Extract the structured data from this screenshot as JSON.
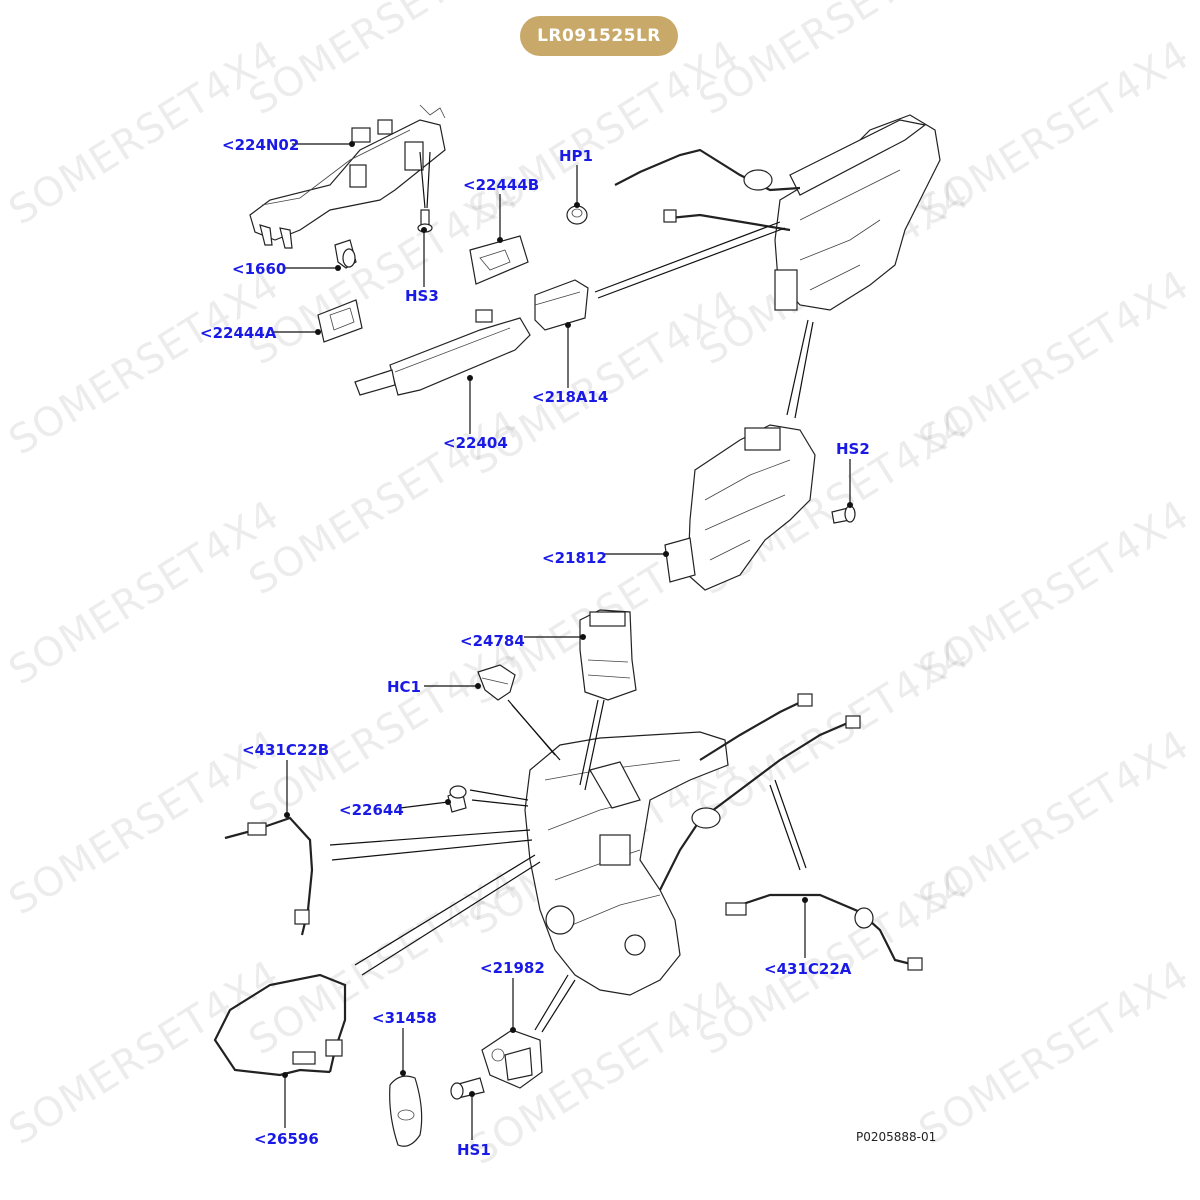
{
  "badge": {
    "text": "LR091525LR",
    "color": "#c8a96a"
  },
  "watermark": {
    "text": "SOMERSET4X4"
  },
  "reference": "P0205888-01",
  "label_color": "#1a1ae6",
  "callouts": {
    "c224N02": "<224N02",
    "c1660": "<1660",
    "HS3": "HS3",
    "c22444B": "<22444B",
    "HP1": "HP1",
    "c22444A": "<22444A",
    "c22404": "<22404",
    "c218A14": "<218A14",
    "HS2": "HS2",
    "c21812": "<21812",
    "c24784": "<24784",
    "HC1": "HC1",
    "c431C22B": "<431C22B",
    "c22644": "<22644",
    "c21982": "<21982",
    "c31458": "<31458",
    "c431C22A": "<431C22A",
    "c26596": "<26596",
    "HS1": "HS1"
  }
}
